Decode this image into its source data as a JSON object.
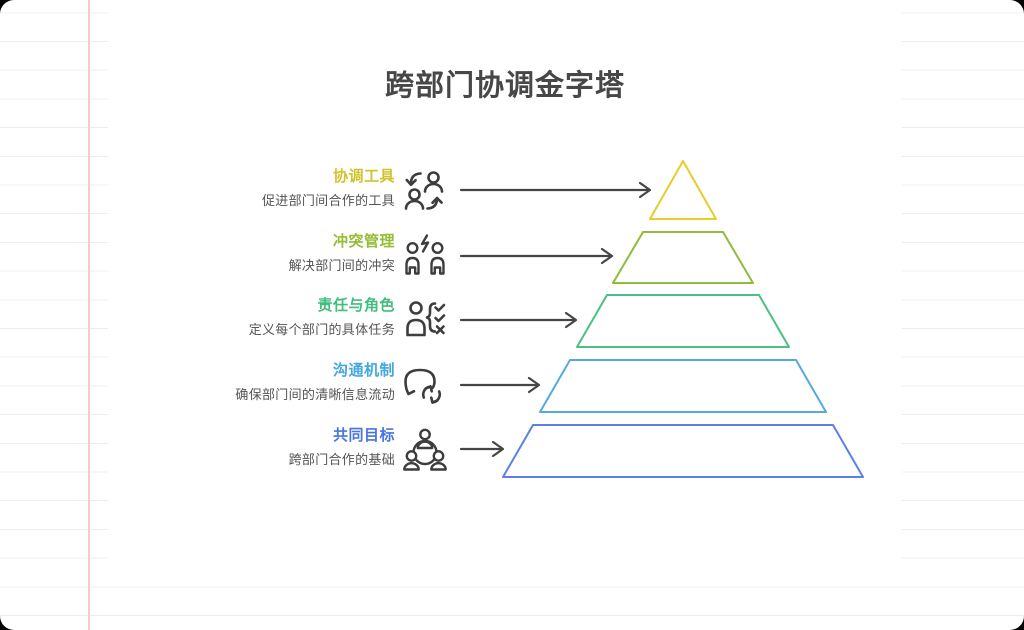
{
  "title": "跨部门协调金字塔",
  "levels": [
    {
      "label": "协调工具",
      "description": "促进部门间合作的工具",
      "label_color": "#d2c22b",
      "pyramid_color": "#e4ce27",
      "icon": "swap-people-icon"
    },
    {
      "label": "冲突管理",
      "description": "解决部门间的冲突",
      "label_color": "#94bc35",
      "pyramid_color": "#90bb3d",
      "icon": "conflict-people-icon"
    },
    {
      "label": "责任与角色",
      "description": "定义每个部门的具体任务",
      "label_color": "#41bd7e",
      "pyramid_color": "#4dbe84",
      "icon": "person-checklist-icon"
    },
    {
      "label": "沟通机制",
      "description": "确保部门间的清晰信息流动",
      "label_color": "#44a7dd",
      "pyramid_color": "#55aadd",
      "icon": "chat-sync-icon"
    },
    {
      "label": "共同目标",
      "description": "跨部门合作的基础",
      "label_color": "#4a74dd",
      "pyramid_color": "#5c80e4",
      "icon": "team-network-icon"
    }
  ],
  "style": {
    "title_color": "#474747",
    "text_color": "#545454",
    "icon_color": "#3d3d3d",
    "arrow_color": "#454545",
    "margin_line_color": "#f6caca",
    "rule_line_color": "#f1ecec"
  }
}
